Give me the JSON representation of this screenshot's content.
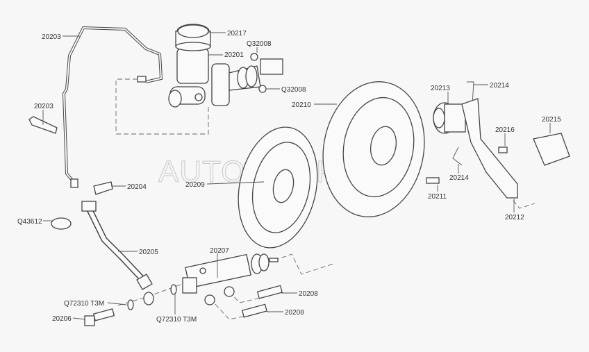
{
  "watermark": "AUTOPITER.RU",
  "labels": {
    "l20203_top": "20203",
    "l20217": "20217",
    "l20201": "20201",
    "lQ32008_top": "Q32008",
    "lQ32008_right": "Q32008",
    "l20210": "20210",
    "l20213": "20213",
    "l20214_top": "20214",
    "l20203_left": "20203",
    "l20216": "20216",
    "l20215": "20215",
    "l20209": "20209",
    "l20214_mid": "20214",
    "l20204": "20204",
    "l20211": "20211",
    "l20212": "20212",
    "lQ43612": "Q43612",
    "l20205": "20205",
    "l20207": "20207",
    "l20208_a": "20208",
    "l20208_b": "20208",
    "lQ72310_left": "Q72310 T3M",
    "lQ72310_bottom": "Q72310 T3M",
    "l20206": "20206"
  }
}
